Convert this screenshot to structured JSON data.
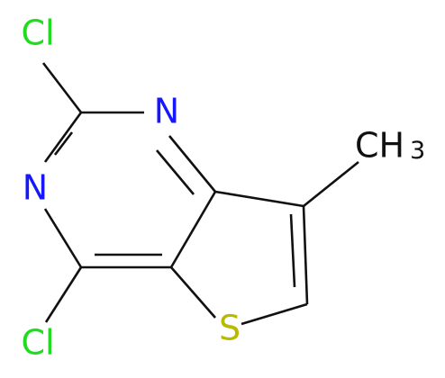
{
  "molecule": {
    "atoms": {
      "cl2": {
        "text": "Cl",
        "color": "#1fdc1f"
      },
      "n1": {
        "text": "N",
        "color": "#1717ff"
      },
      "n3": {
        "text": "N",
        "color": "#1717ff"
      },
      "cl4": {
        "text": "Cl",
        "color": "#1fdc1f"
      },
      "s": {
        "text": "S",
        "color": "#b9b900"
      },
      "ch3_main": {
        "text": "CH",
        "color": "#111111"
      },
      "ch3_sub": {
        "text": "3",
        "color": "#111111"
      }
    },
    "bond_color": "#111111"
  }
}
